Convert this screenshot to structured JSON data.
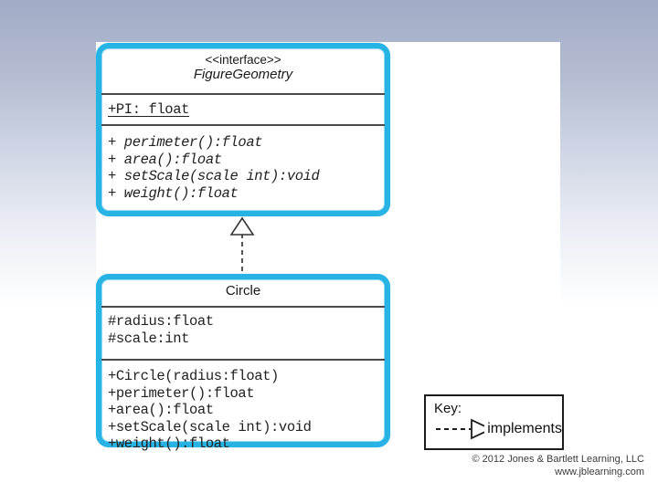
{
  "diagram": {
    "interface_box": {
      "stereotype": "<<interface>>",
      "name": "FigureGeometry",
      "attributes": [
        "+PI: float"
      ],
      "methods": [
        "+ perimeter():float",
        "+ area():float",
        "+ setScale(scale int):void",
        "+ weight():float"
      ]
    },
    "class_box": {
      "name": "Circle",
      "attributes": [
        "#radius:float",
        "#scale:int"
      ],
      "methods": [
        "+Circle(radius:float)",
        "+perimeter():float",
        "+area():float",
        "+setScale(scale int):void",
        "+weight():float"
      ]
    },
    "relationship": "implements"
  },
  "key": {
    "label": "Key:",
    "arrow_label": "implements"
  },
  "footer": {
    "copyright": "© 2012 Jones & Bartlett Learning, LLC",
    "website": "www.jblearning.com"
  },
  "colors": {
    "box_border": "#27b3e3",
    "divider": "#4a4a4a",
    "background_top": "#a1abc6",
    "background_bottom": "#ffffff"
  }
}
